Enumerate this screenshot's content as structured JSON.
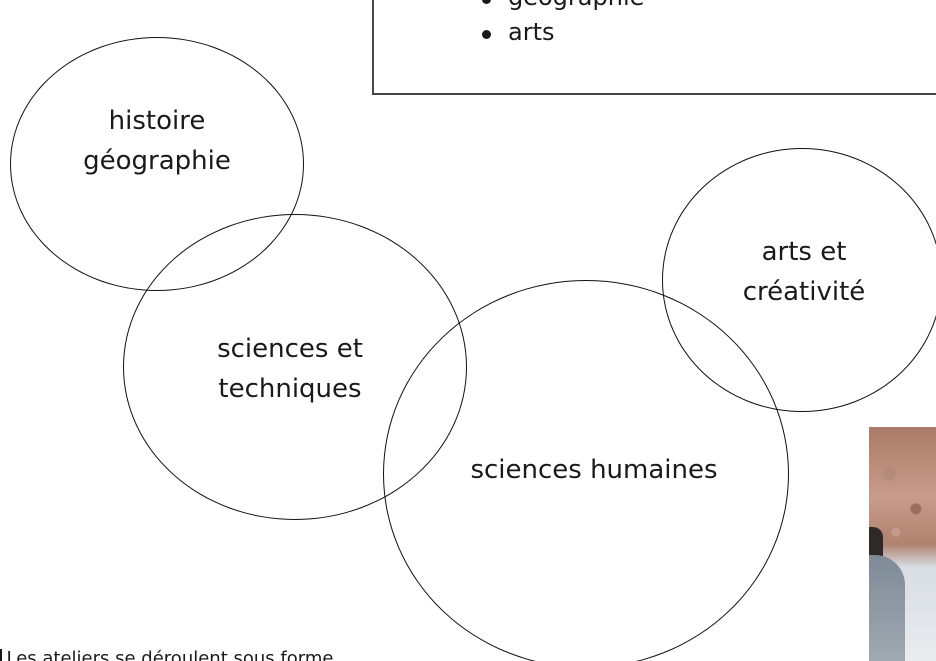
{
  "info_box": {
    "items": [
      "géographie",
      "arts"
    ]
  },
  "circles": {
    "histoire": {
      "line1": "histoire",
      "line2": "géographie"
    },
    "sciences_techniques": {
      "line1": "sciences et",
      "line2": "techniques"
    },
    "sciences_humaines": {
      "line1": "sciences humaines"
    },
    "arts": {
      "line1": "arts et",
      "line2": "créativité"
    }
  },
  "bottom_text": "Les ateliers se déroulent sous forme"
}
